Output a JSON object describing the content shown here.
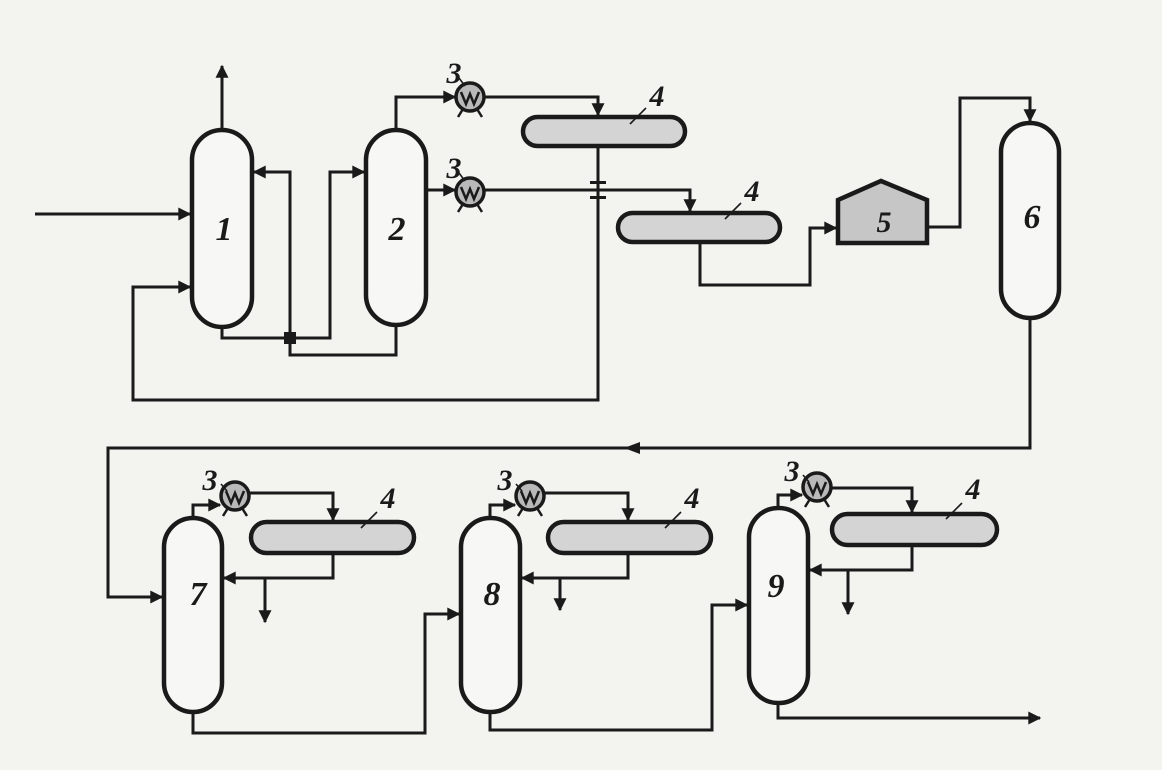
{
  "columns": [
    {
      "label": "1"
    },
    {
      "label": "2"
    },
    {
      "label": "6"
    },
    {
      "label": "7"
    },
    {
      "label": "8"
    },
    {
      "label": "9"
    }
  ],
  "pumps": [
    {
      "label": "3"
    },
    {
      "label": "3"
    },
    {
      "label": "3"
    },
    {
      "label": "3"
    },
    {
      "label": "3"
    }
  ],
  "vessels": [
    {
      "label": "4"
    },
    {
      "label": "4"
    },
    {
      "label": "4"
    },
    {
      "label": "4"
    },
    {
      "label": "4"
    }
  ],
  "tank": {
    "label": "5"
  },
  "colors": {
    "stroke": "#1a1a1a",
    "vessel_fill": "#d4d4d4",
    "tank_fill": "#c6c6c6",
    "pump_fill": "#b9b9b9",
    "background": "#f3f3f0"
  }
}
